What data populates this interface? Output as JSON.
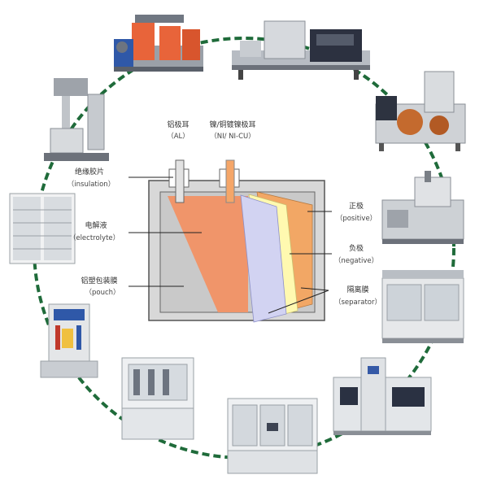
{
  "colors": {
    "ring_dash": "#1f6b3a",
    "pouch_fill": "#cfcfcf",
    "pouch_stroke": "#555555",
    "electrolyte": "#f0956a",
    "positive": "#f2a765",
    "negative": "#fff9b0",
    "separator": "#d2d3f2",
    "tab_al": "#e2e2e2",
    "tab_ni": "#f5a668",
    "leader": "#222222"
  },
  "labels": {
    "tab_al_cn": "铝极耳",
    "tab_al_en": "（AL）",
    "tab_ni_cn": "镍/铜镀镍极耳",
    "tab_ni_en": "（NI/ NI-CU）",
    "insulation_cn": "绝缘胶片",
    "insulation_en": "（insulation）",
    "electrolyte_cn": "电解液",
    "electrolyte_en": "（electrolyte）",
    "pouch_cn": "铝塑包装膜",
    "pouch_en": "（pouch）",
    "positive_cn": "正极",
    "positive_en": "（positive）",
    "negative_cn": "负极",
    "negative_en": "（negative）",
    "separator_cn": "隔离膜",
    "separator_en": "（separator）"
  },
  "machines": [
    "coating-machine",
    "slitting-machine",
    "calendering-machine",
    "winding-machine",
    "stacking-machine",
    "assembly-line",
    "packaging-machine",
    "electrolyte-filling-machine",
    "formation-press-machine",
    "tester-machine",
    "formation-cabinet",
    "mixer-machine"
  ]
}
